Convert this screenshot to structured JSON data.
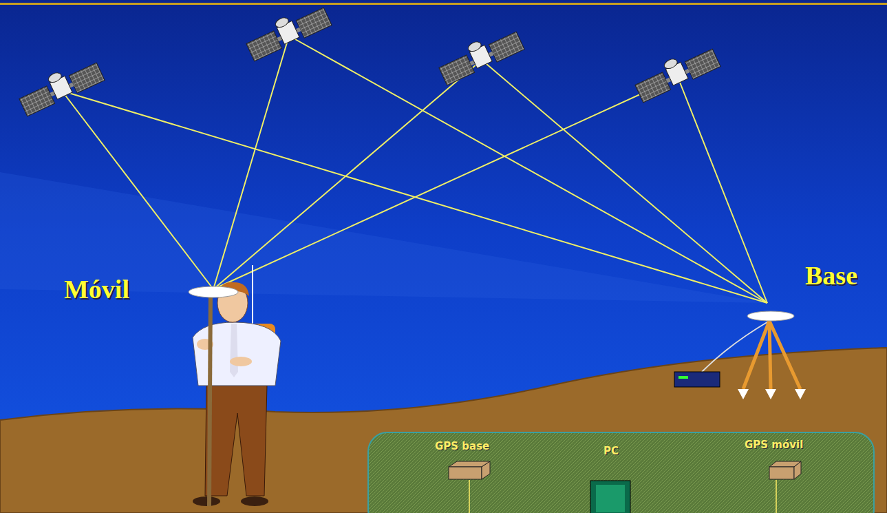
{
  "diagram": {
    "nodes": [
      {
        "text": [
          "GPS base"
        ]
      },
      {
        "text": [
          "PC"
        ]
      },
      {
        "text": [
          "GPS móvil"
        ]
      }
    ],
    "labels": [
      "Móvil",
      "Base"
    ]
  }
}
